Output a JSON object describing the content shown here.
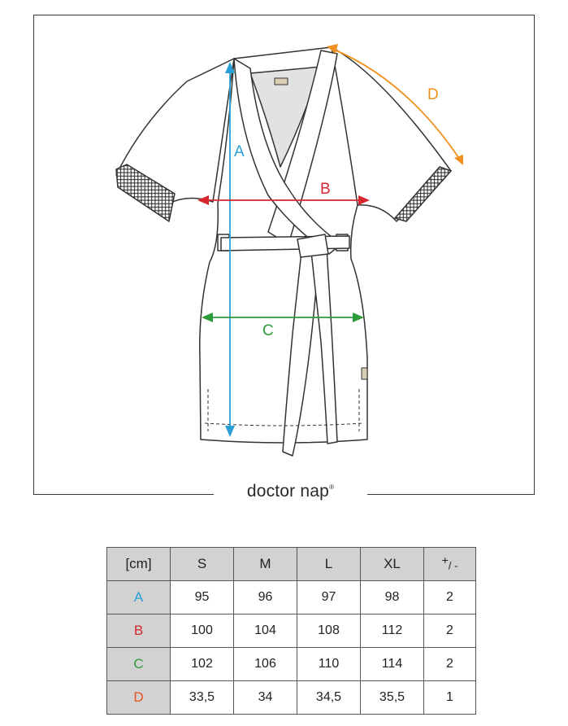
{
  "brand": {
    "name": "doctor nap",
    "mark": "®"
  },
  "dimension_labels": {
    "A": "A",
    "B": "B",
    "C": "C",
    "D": "D"
  },
  "colors": {
    "A": "#2a9fd6",
    "B": "#d7262e",
    "C": "#2f9a3a",
    "D": "#f0901e"
  },
  "table": {
    "corner": "[cm]",
    "headers": [
      "S",
      "M",
      "L",
      "XL"
    ],
    "tolerance_header": {
      "base": "+",
      "sub": "/ -"
    },
    "rows": [
      {
        "label": "A",
        "values": [
          "95",
          "96",
          "97",
          "98"
        ],
        "tol": "2"
      },
      {
        "label": "B",
        "values": [
          "100",
          "104",
          "108",
          "112"
        ],
        "tol": "2"
      },
      {
        "label": "C",
        "values": [
          "102",
          "106",
          "110",
          "114"
        ],
        "tol": "2"
      },
      {
        "label": "D",
        "values": [
          "33,5",
          "34",
          "34,5",
          "35,5"
        ],
        "tol": "1"
      }
    ]
  }
}
